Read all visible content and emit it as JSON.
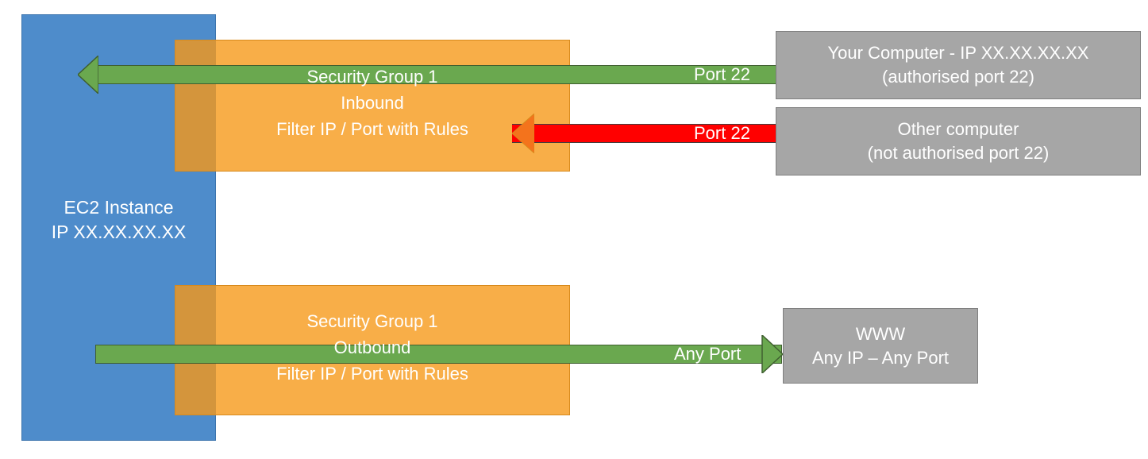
{
  "diagram": {
    "title": "AWS EC2 Security Group Inbound / Outbound Filtering",
    "colors": {
      "ec2_blue": "#4E8CCB",
      "security_group_orange": "#F8AE48",
      "security_group_overlap": "#D4953C",
      "allowed_green": "#6AA84F",
      "blocked_red": "#FF0000",
      "blocked_arrow_orange": "#F4731C",
      "endpoint_gray": "#A6A6A6",
      "text_white": "#FFFFFF"
    }
  },
  "ec2": {
    "name": "EC2 Instance",
    "ip": "IP XX.XX.XX.XX"
  },
  "security_groups": {
    "inbound": {
      "name": "Security Group 1",
      "direction": "Inbound",
      "rule": "Filter IP / Port with Rules"
    },
    "outbound": {
      "name": "Security Group 1",
      "direction": "Outbound",
      "rule": "Filter IP / Port with Rules"
    }
  },
  "flows": {
    "allowed_inbound": {
      "label": "Port 22",
      "state": "allowed",
      "arrow": "arrow-left-green-icon"
    },
    "blocked_inbound": {
      "label": "Port 22",
      "state": "blocked",
      "arrow": "arrow-left-orange-icon"
    },
    "allowed_outbound": {
      "label": "Any Port",
      "state": "allowed",
      "arrow": "arrow-right-green-icon"
    }
  },
  "endpoints": {
    "your_computer": {
      "line1": "Your Computer - IP XX.XX.XX.XX",
      "line2": "(authorised port 22)"
    },
    "other_computer": {
      "line1": "Other computer",
      "line2": "(not authorised port 22)"
    },
    "www": {
      "line1": "WWW",
      "line2": "Any IP – Any Port"
    }
  }
}
